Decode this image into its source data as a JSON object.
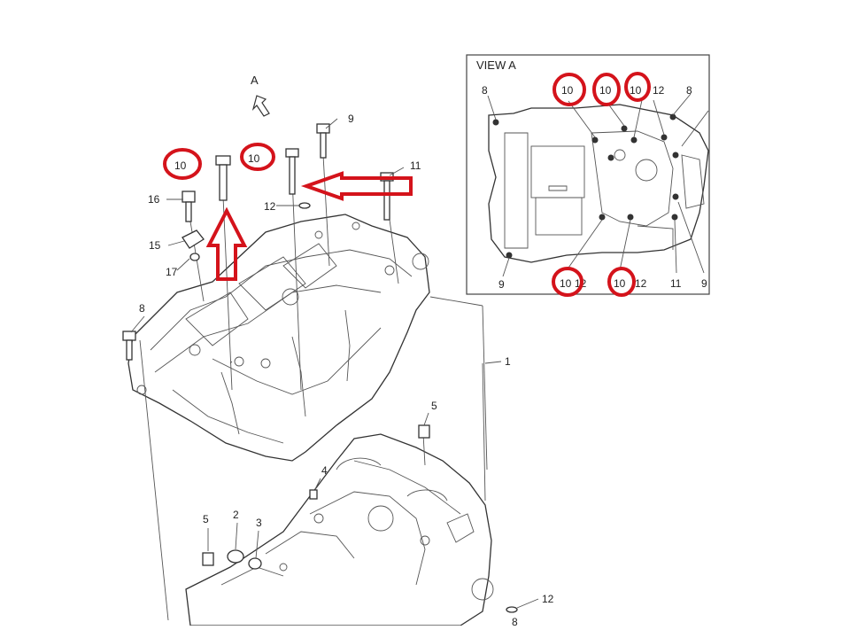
{
  "view_label": "A",
  "inset": {
    "title": "VIEW A"
  },
  "callouts": [
    {
      "id": "c1",
      "text": "1"
    },
    {
      "id": "c2",
      "text": "2"
    },
    {
      "id": "c3",
      "text": "3"
    },
    {
      "id": "c4",
      "text": "4"
    },
    {
      "id": "c5a",
      "text": "5"
    },
    {
      "id": "c5b",
      "text": "5"
    },
    {
      "id": "c8",
      "text": "8"
    },
    {
      "id": "c8b",
      "text": "8"
    },
    {
      "id": "c9",
      "text": "9"
    },
    {
      "id": "c10a",
      "text": "10"
    },
    {
      "id": "c10b",
      "text": "10"
    },
    {
      "id": "c11",
      "text": "11"
    },
    {
      "id": "c12a",
      "text": "12"
    },
    {
      "id": "c12b",
      "text": "12"
    },
    {
      "id": "c15",
      "text": "15"
    },
    {
      "id": "c16",
      "text": "16"
    },
    {
      "id": "c17",
      "text": "17"
    }
  ],
  "inset_callouts": [
    {
      "id": "i8a",
      "text": "8"
    },
    {
      "id": "i10a",
      "text": "10"
    },
    {
      "id": "i10b",
      "text": "10"
    },
    {
      "id": "i10c",
      "text": "10"
    },
    {
      "id": "i12a",
      "text": "12"
    },
    {
      "id": "i8b",
      "text": "8"
    },
    {
      "id": "i9a",
      "text": "9"
    },
    {
      "id": "i10d",
      "text": "10"
    },
    {
      "id": "i12b",
      "text": "12"
    },
    {
      "id": "i10e",
      "text": "10"
    },
    {
      "id": "i12c",
      "text": "12"
    },
    {
      "id": "i11",
      "text": "11"
    },
    {
      "id": "i9b",
      "text": "9"
    }
  ],
  "colors": {
    "highlight": "#d4131b",
    "line": "#333333"
  }
}
